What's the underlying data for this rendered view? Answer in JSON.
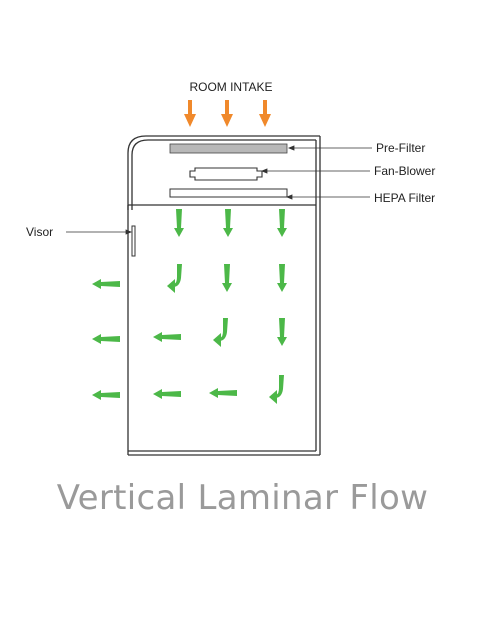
{
  "labels": {
    "room_intake": "ROOM INTAKE",
    "pre_filter": "Pre-Filter",
    "fan_blower": "Fan-Blower",
    "hepa_filter": "HEPA Filter",
    "visor": "Visor"
  },
  "caption": "Vertical Laminar Flow",
  "colors": {
    "intake_arrow": "#F0892B",
    "airflow_arrow": "#4CB848",
    "outline": "#333333",
    "filter_fill": "#B8B8B8",
    "caption": "#9A9A9A"
  },
  "icons": {
    "intake": "orange-down-arrow",
    "airflow_down": "green-down-arrow",
    "airflow_left": "green-left-arrow",
    "airflow_curve": "green-curved-arrow"
  }
}
